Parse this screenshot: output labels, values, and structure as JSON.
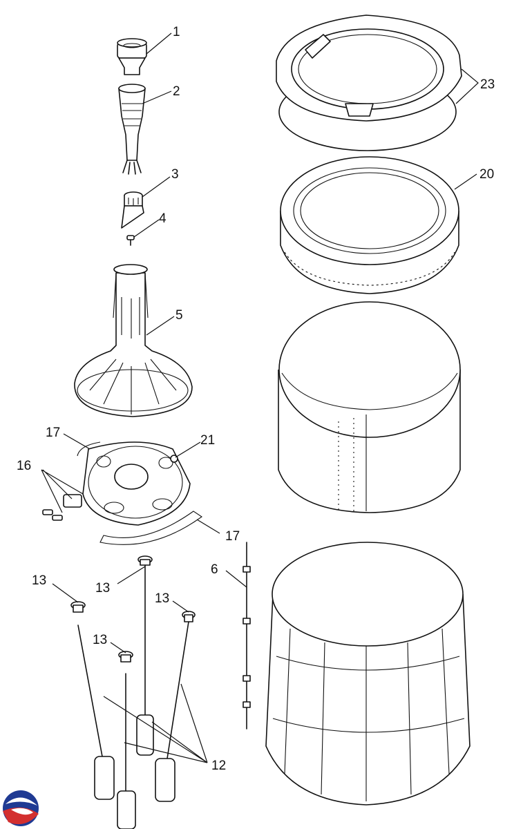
{
  "callouts": [
    {
      "id": "c1",
      "text": "1"
    },
    {
      "id": "c2",
      "text": "2"
    },
    {
      "id": "c3",
      "text": "3"
    },
    {
      "id": "c4",
      "text": "4"
    },
    {
      "id": "c5",
      "text": "5"
    },
    {
      "id": "c6",
      "text": "6"
    },
    {
      "id": "c12",
      "text": "12"
    },
    {
      "id": "c13a",
      "text": "13"
    },
    {
      "id": "c13b",
      "text": "13"
    },
    {
      "id": "c13c",
      "text": "13"
    },
    {
      "id": "c13d",
      "text": "13"
    },
    {
      "id": "c16",
      "text": "16"
    },
    {
      "id": "c17a",
      "text": "17"
    },
    {
      "id": "c17b",
      "text": "17"
    },
    {
      "id": "c20",
      "text": "20"
    },
    {
      "id": "c21",
      "text": "21"
    },
    {
      "id": "c23",
      "text": "23"
    }
  ],
  "logo": {
    "icon": "brand-logo-icon",
    "colors": [
      "#1f3a93",
      "#d32f2f"
    ]
  }
}
